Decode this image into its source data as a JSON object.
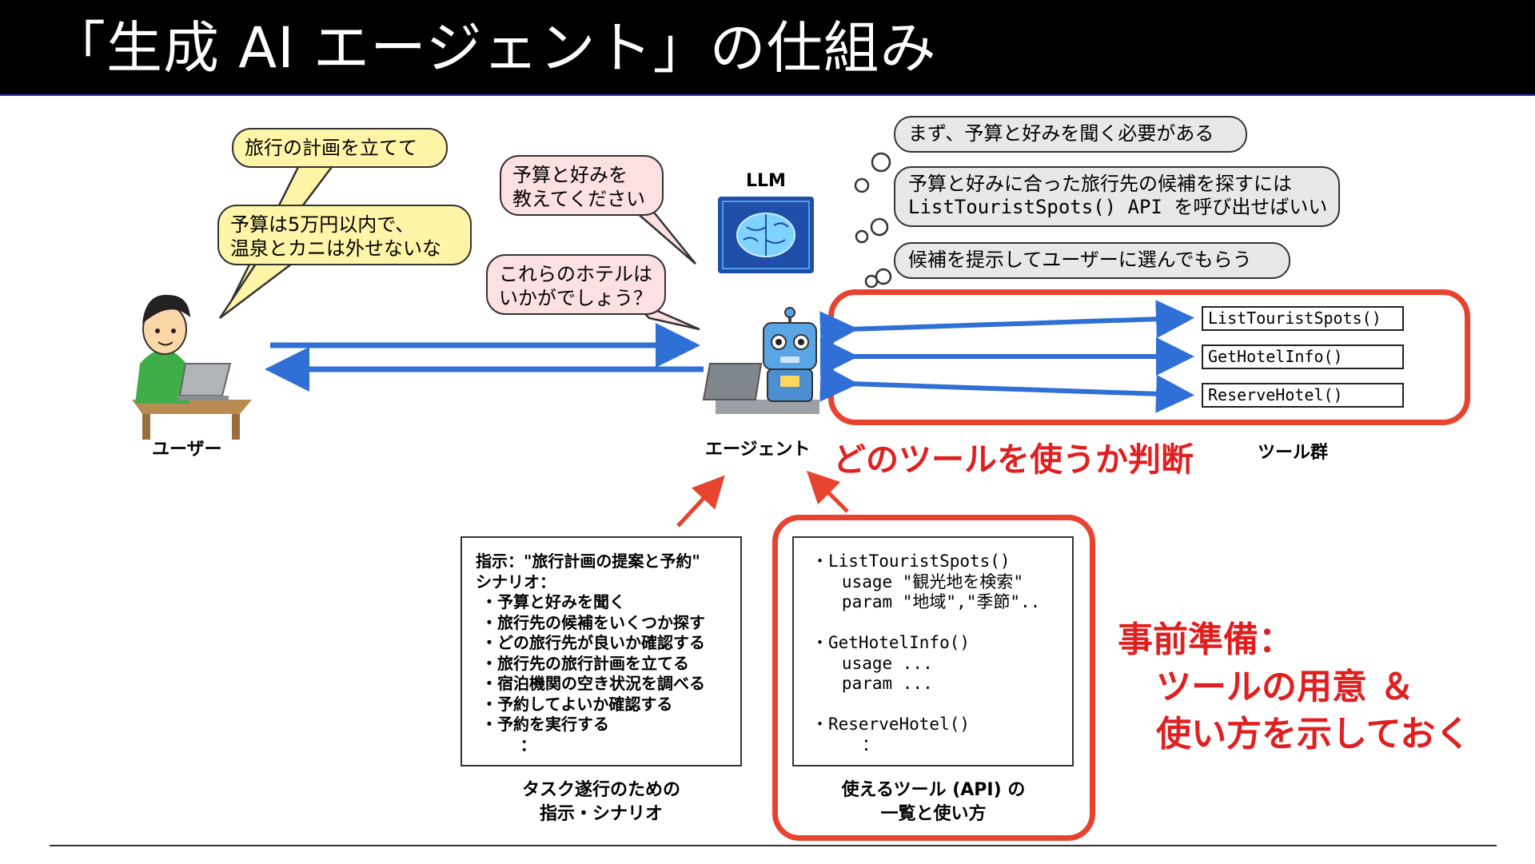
{
  "title": "「生成 AI エージェント」の仕組み",
  "bubbles": {
    "user_1": "旅行の計画を立てて",
    "user_2_line1": "予算は5万円以内で、",
    "user_2_line2": "温泉とカニは外せないな",
    "agent_1_line1": "予算と好みを",
    "agent_1_line2": "教えてください",
    "agent_2_line1": "これらのホテルは",
    "agent_2_line2": "いかがでしょう？"
  },
  "thoughts": {
    "t1": "まず、予算と好みを聞く必要がある",
    "t2_line1": "予算と好みに合った旅行先の候補を探すには",
    "t2_line2": "ListTouristSpots() API を呼び出せばいい",
    "t3": "候補を提示してユーザーに選んでもらう"
  },
  "labels": {
    "llm": "LLM",
    "user": "ユーザー",
    "agent": "エージェント",
    "tools": "ツール群"
  },
  "tools": [
    "ListTouristSpots()",
    "GetHotelInfo()",
    "ReserveHotel()"
  ],
  "red_notes": {
    "which_tool": "どのツールを使うか判断",
    "prep_line1": "事前準備：",
    "prep_line2": "ツールの用意 ＆",
    "prep_line3": "使い方を示しておく"
  },
  "scenario_panel": {
    "text": "指示：\"旅行計画の提案と予約\"\nシナリオ：\n ・予算と好みを聞く\n ・旅行先の候補をいくつか探す\n ・どの旅行先が良いか確認する\n ・旅行先の旅行計画を立てる\n ・宿泊機関の空き状況を調べる\n ・予約してよいか確認する\n ・予約を実行する\n        ：",
    "caption_line1": "タスク遂行のための",
    "caption_line2": "指示・シナリオ"
  },
  "tools_panel": {
    "text": "・ListTouristSpots()\n   usage \"観光地を検索\"\n   param \"地域\",\"季節\"..\n\n・GetHotelInfo()\n   usage ...\n   param ...\n\n・ReserveHotel()\n     ：",
    "caption_line1": "使えるツール (API) の",
    "caption_line2": "一覧と使い方"
  },
  "colors": {
    "title_bg": "#000000",
    "arrow_blue": "#2f6fd6",
    "highlight_red": "#e8432e",
    "yellow_bubble": "#fff5a8",
    "pink_bubble": "#fde0e2",
    "thought_gray": "#e8e8e8"
  }
}
